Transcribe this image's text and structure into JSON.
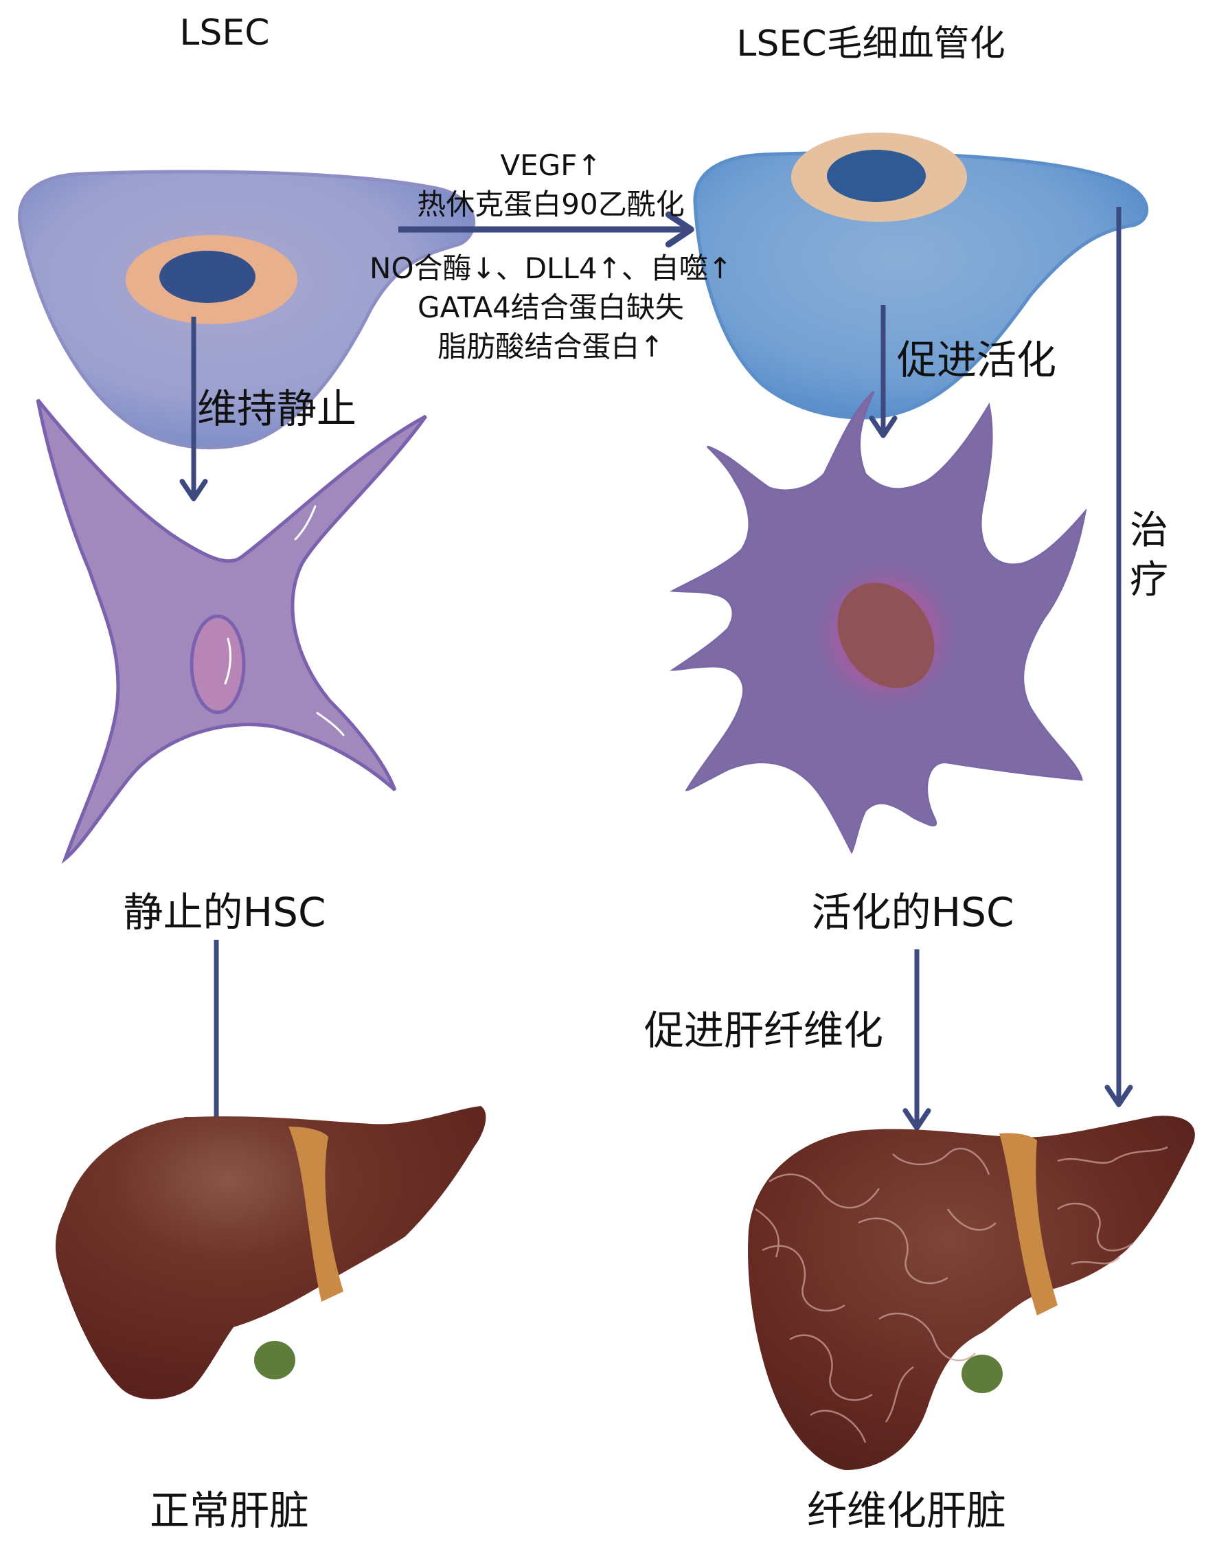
{
  "title_left": "LSEC",
  "title_right": "LSEC毛细血管化",
  "mechanisms": {
    "above_arrow": [
      "VEGF↑",
      "热休克蛋白90乙酰化"
    ],
    "below_arrow": [
      "NO合酶↓、DLL4↑、自噬↑",
      "GATA4结合蛋白缺失",
      "脂肪酸结合蛋白↑"
    ]
  },
  "edge_labels": {
    "maintain_quiescence": "维持静止",
    "promote_activation": "促进活化",
    "promote_fibrosis": "促进肝纤维化",
    "treatment": [
      "治",
      "疗"
    ]
  },
  "nodes": {
    "quiescent_hsc": "静止的HSC",
    "activated_hsc": "活化的HSC",
    "normal_liver": "正常肝脏",
    "fibrotic_liver": "纤维化肝脏"
  },
  "colors": {
    "arrow": "#3d4a7f",
    "lsec_normal": "#9a9fcf",
    "lsec_capillarized": "#6f9fd2",
    "nucleus_ring": "#e8b98f",
    "nucleus": "#2f4f86",
    "hsc_quiescent": "#a189bd",
    "hsc_activated": "#7e6aa5",
    "liver": "#6e2b22",
    "ligament": "#c98a45",
    "gallbladder": "#5f7d3a"
  }
}
